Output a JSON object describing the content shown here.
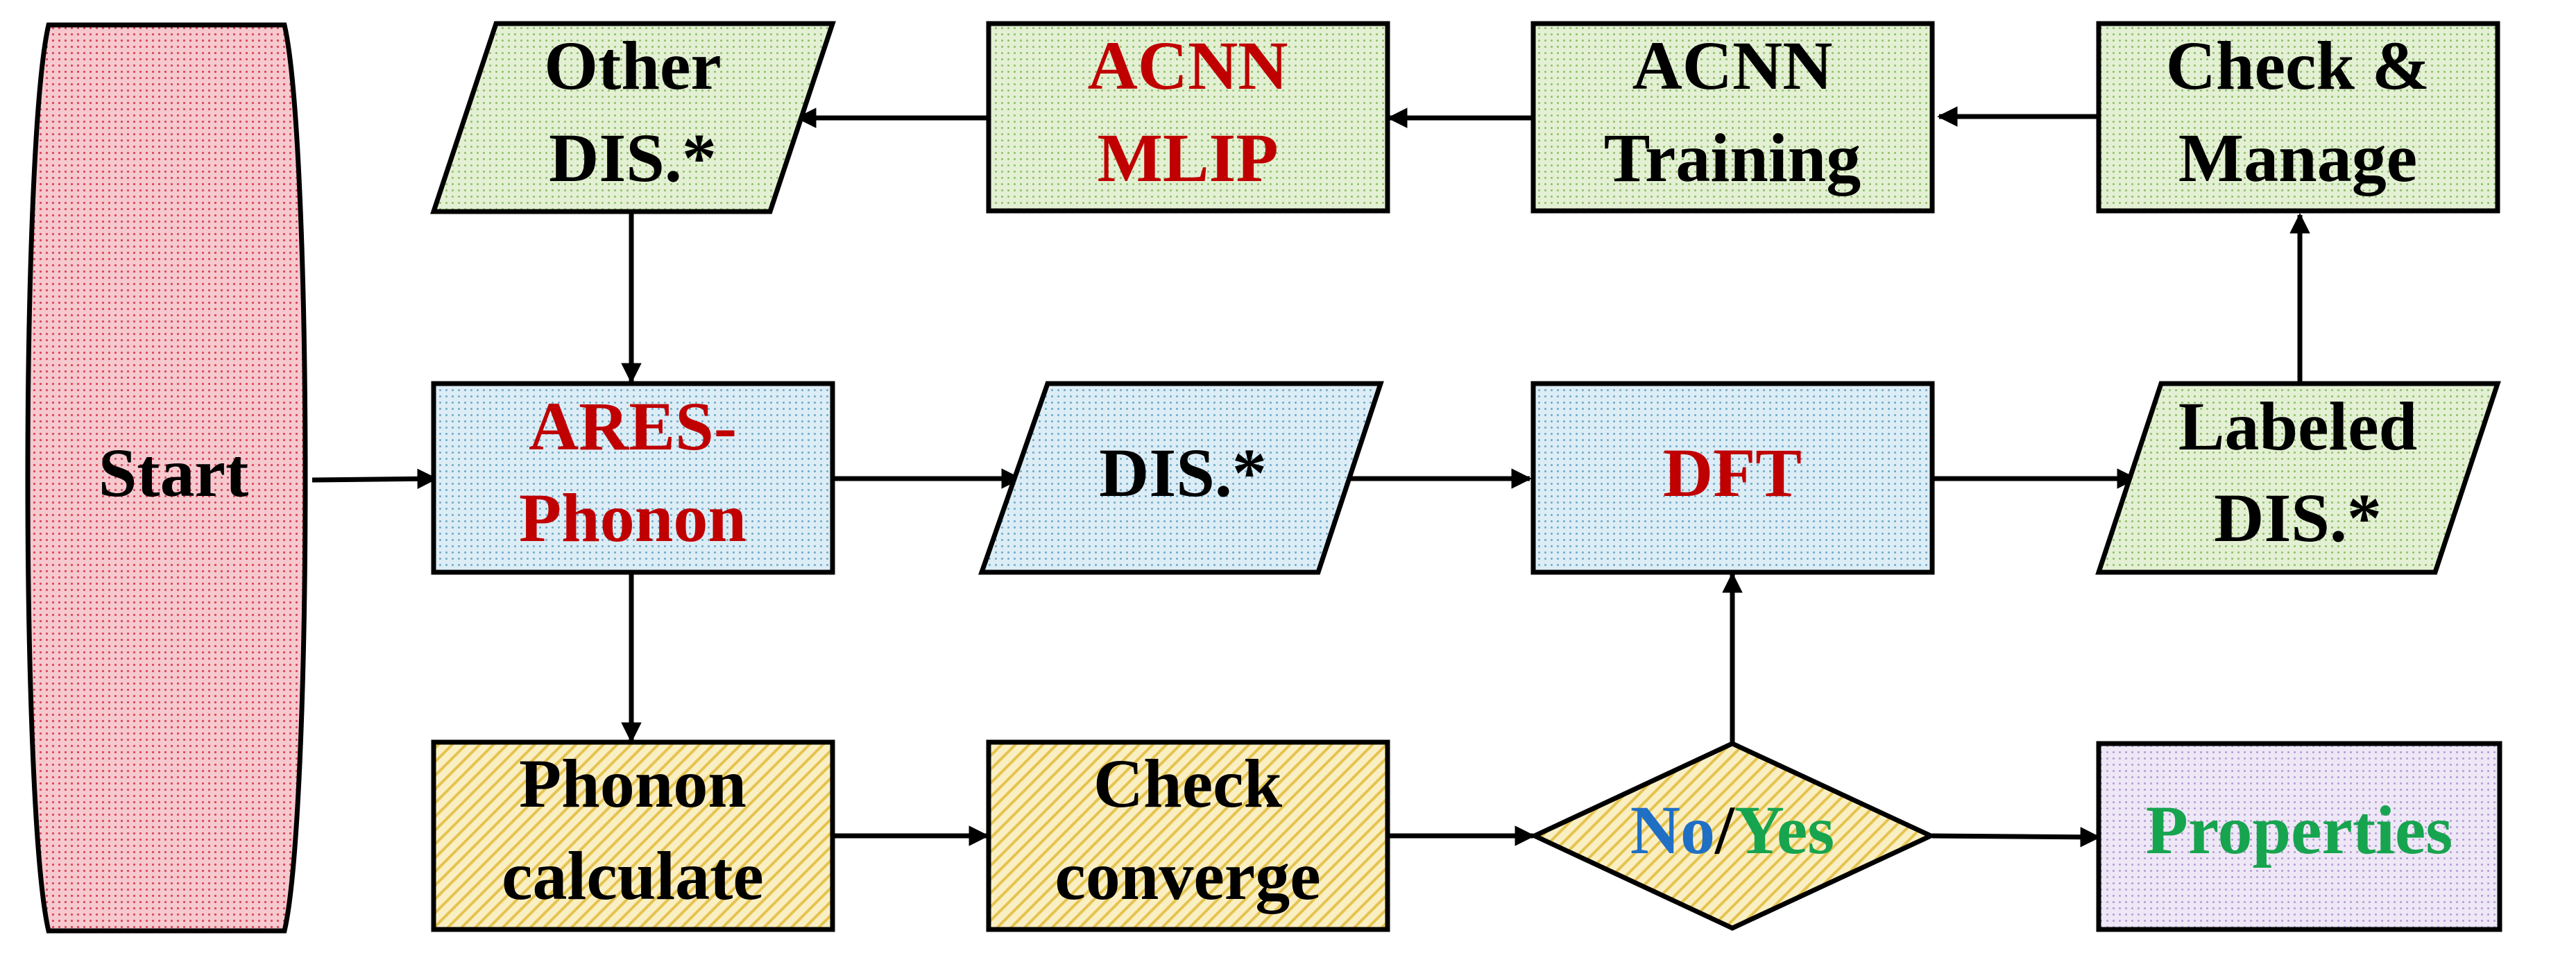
{
  "colors": {
    "start_fill": "#f6c9cf",
    "start_dot": "#d9485a",
    "green_fill": "#e3f0d3",
    "green_dot": "#8fbf6a",
    "blue_fill": "#dcedf6",
    "blue_dot": "#6fa8c8",
    "yellow_fill": "#faefc3",
    "yellow_dot": "#e5c34f",
    "purple_fill": "#eee7f6",
    "purple_dot": "#b49bd4",
    "text_black": "#000000",
    "text_red": "#c00000",
    "text_blue": "#1f6fc5",
    "text_green": "#17a44f"
  },
  "nodes": {
    "start": {
      "label": "Start"
    },
    "other_dis": {
      "line1": "Other",
      "line2": "DIS.*"
    },
    "acnn_mlip": {
      "line1": "ACNN",
      "line2": "MLIP"
    },
    "acnn_training": {
      "line1": "ACNN",
      "line2": "Training"
    },
    "check_manage": {
      "line1": "Check &",
      "line2": "Manage"
    },
    "ares_phonon": {
      "line1": "ARES-",
      "line2": "Phonon"
    },
    "dis": {
      "label": "DIS.*"
    },
    "dft": {
      "label": "DFT"
    },
    "labeled_dis": {
      "line1": "Labeled",
      "line2": "DIS.*"
    },
    "phonon_calculate": {
      "line1": "Phonon",
      "line2": "calculate"
    },
    "check_converge": {
      "line1": "Check",
      "line2": "converge"
    },
    "decision": {
      "no": "No",
      "sep": "/",
      "yes": "Yes"
    },
    "properties": {
      "label": "Properties"
    }
  }
}
